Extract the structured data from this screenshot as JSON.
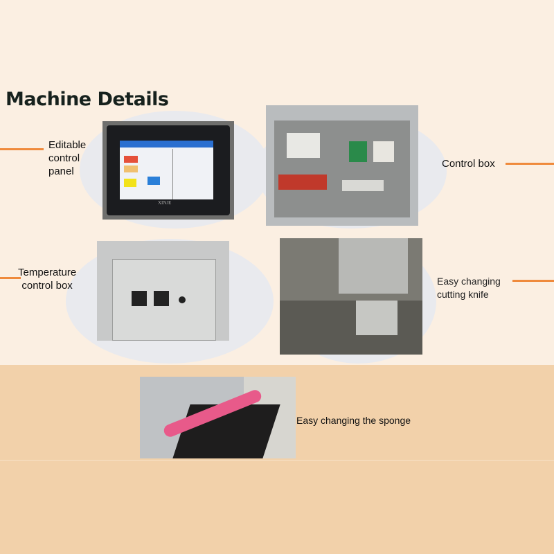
{
  "title": "Machine Details",
  "features": {
    "control_panel": "Editable control panel",
    "control_panel_lines": [
      "Editable",
      "control",
      "panel"
    ],
    "control_box": "Control box",
    "temperature_lines": [
      "Temperature",
      "control box"
    ],
    "knife_lines": [
      "Easy changing",
      "cutting knife"
    ],
    "sponge": "Easy changing the sponge"
  },
  "screen_brand": "XINJE",
  "colors": {
    "accent_line": "#ef8a3c",
    "top_bg": "#fbefe2",
    "bottom_bg": "#f2d1aa"
  }
}
